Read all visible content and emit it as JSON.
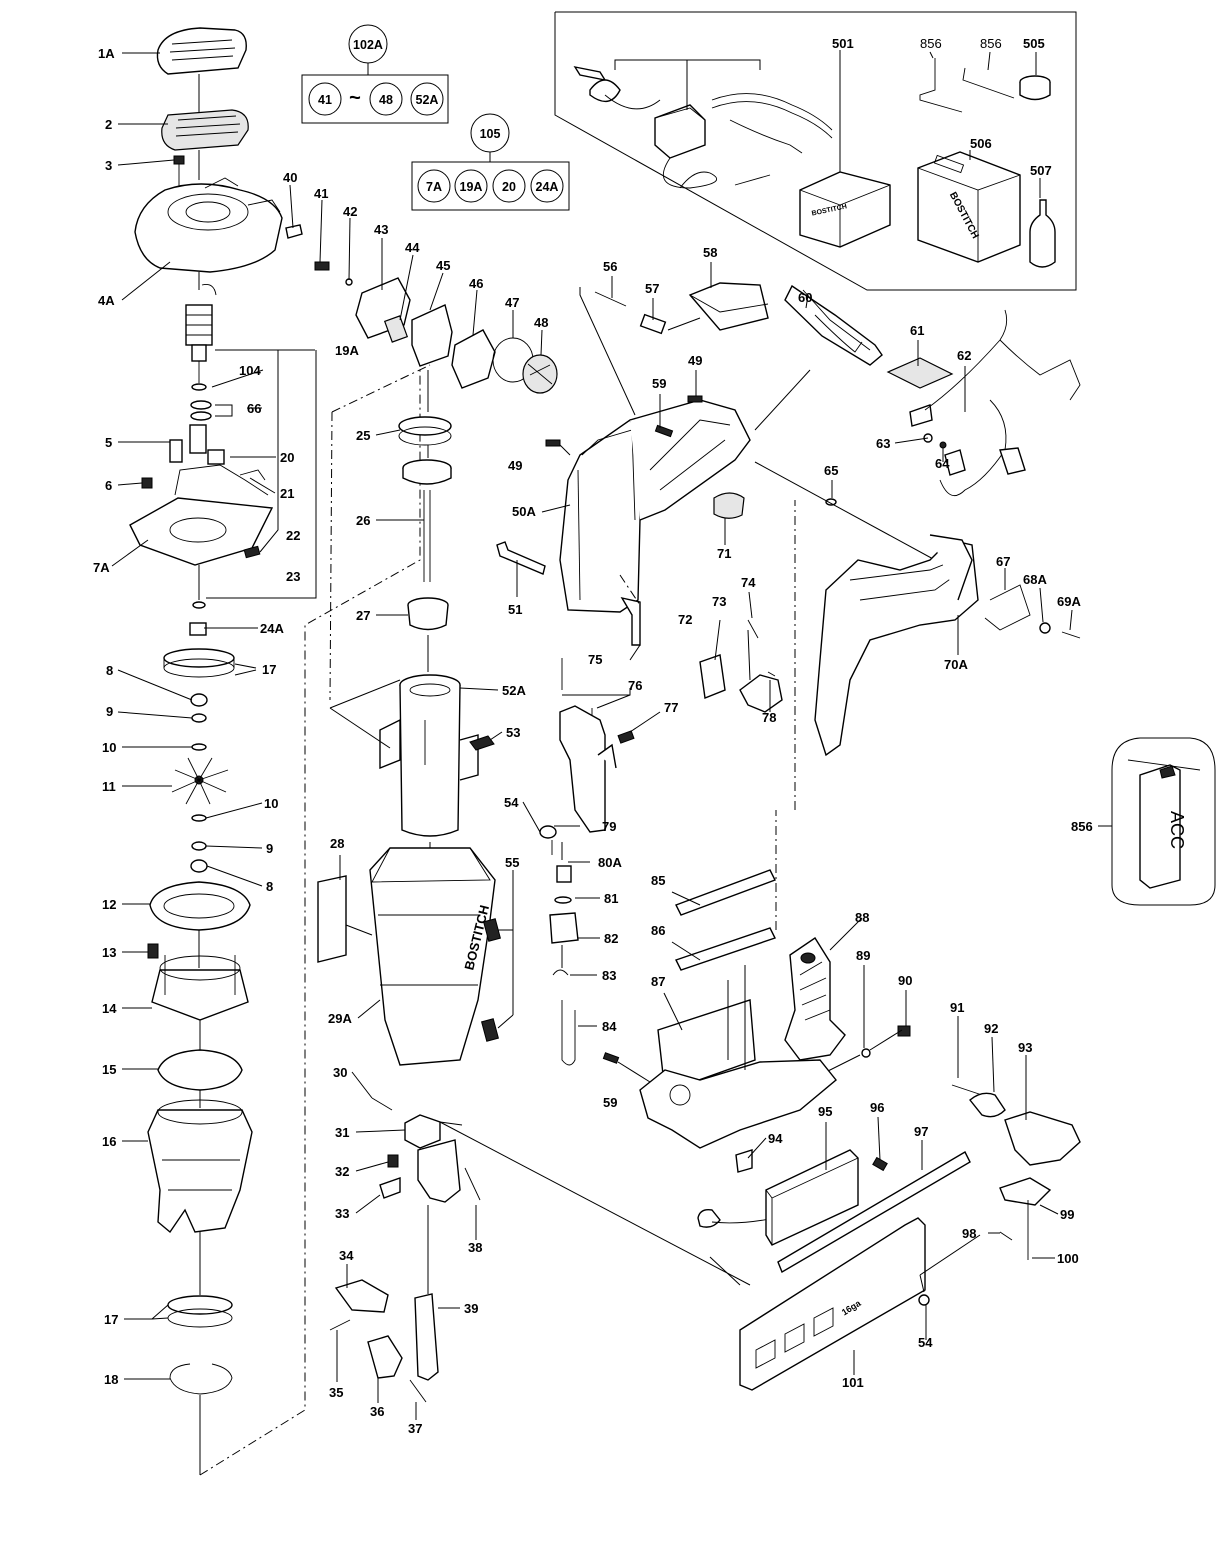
{
  "kits": [
    {
      "label": "102A",
      "items": [
        "41",
        "~",
        "48",
        "52A"
      ]
    },
    {
      "label": "105",
      "items": [
        "7A",
        "19A",
        "20",
        "24A"
      ]
    }
  ],
  "callouts": {
    "c1A": "1A",
    "c2": "2",
    "c3": "3",
    "c4A": "4A",
    "c5": "5",
    "c6": "6",
    "c7A": "7A",
    "c8a": "8",
    "c8b": "8",
    "c9a": "9",
    "c9b": "9",
    "c10a": "10",
    "c10b": "10",
    "c11": "11",
    "c12": "12",
    "c13": "13",
    "c14": "14",
    "c15": "15",
    "c16": "16",
    "c17a": "17",
    "c17b": "17",
    "c18": "18",
    "c19A": "19A",
    "c20": "20",
    "c21": "21",
    "c22": "22",
    "c23": "23",
    "c24A": "24A",
    "c25": "25",
    "c26": "26",
    "c27": "27",
    "c28": "28",
    "c29A": "29A",
    "c30": "30",
    "c31": "31",
    "c32": "32",
    "c33": "33",
    "c34": "34",
    "c35": "35",
    "c36": "36",
    "c37": "37",
    "c38": "38",
    "c39": "39",
    "c40": "40",
    "c41": "41",
    "c42": "42",
    "c43": "43",
    "c44": "44",
    "c45": "45",
    "c46": "46",
    "c47": "47",
    "c48": "48",
    "c49a": "49",
    "c49b": "49",
    "c50A": "50A",
    "c51": "51",
    "c52A": "52A",
    "c53": "53",
    "c54a": "54",
    "c54b": "54",
    "c55": "55",
    "c56": "56",
    "c57": "57",
    "c58": "58",
    "c59a": "59",
    "c59b": "59",
    "c60": "60",
    "c61": "61",
    "c62": "62",
    "c63": "63",
    "c64": "64",
    "c65": "65",
    "c66": "66",
    "c67": "67",
    "c68A": "68A",
    "c69A": "69A",
    "c70A": "70A",
    "c71": "71",
    "c72": "72",
    "c73": "73",
    "c74": "74",
    "c75": "75",
    "c76": "76",
    "c77": "77",
    "c78": "78",
    "c79": "79",
    "c80A": "80A",
    "c81": "81",
    "c82": "82",
    "c83": "83",
    "c84": "84",
    "c85": "85",
    "c86": "86",
    "c87": "87",
    "c88": "88",
    "c89": "89",
    "c90": "90",
    "c91": "91",
    "c92": "92",
    "c93": "93",
    "c94": "94",
    "c95": "95",
    "c96": "96",
    "c97": "97",
    "c98": "98",
    "c99": "99",
    "c100": "100",
    "c101": "101",
    "c104": "104",
    "c501": "501",
    "c505": "505",
    "c506": "506",
    "c507": "507",
    "c856a": "856",
    "c856b": "856",
    "c856c": "856"
  },
  "product_marks": {
    "housing_brand": "BOSTITCH",
    "case_brand": "BOSTITCH",
    "charger_brand": "BOSTITCH",
    "magazine_gauge": "16ga",
    "label_detail": "ACC"
  }
}
